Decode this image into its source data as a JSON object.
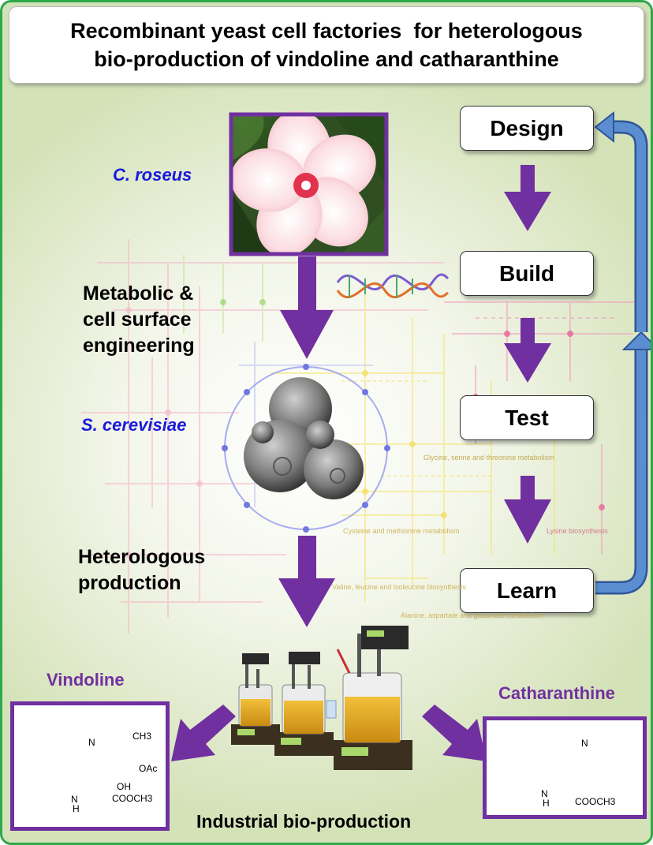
{
  "title": {
    "line1": "Recombinant yeast cell factories  for heterologous",
    "line2": "bio-production of vindoline and catharanthine"
  },
  "species": {
    "plant": "C. roseus",
    "yeast": "S. cerevisiae"
  },
  "steps": {
    "engineering": [
      "Metabolic &",
      "cell surface",
      "engineering"
    ],
    "heterologous": [
      "Heterologous",
      "production"
    ],
    "industrial": "Industrial bio-production"
  },
  "cycle": {
    "design": "Design",
    "build": "Build",
    "test": "Test",
    "learn": "Learn"
  },
  "products": {
    "vindoline": {
      "name": "Vindoline",
      "labels": {
        "ch3": "CH3",
        "oac": "OAc",
        "oh": "OH",
        "cooch3": "COOCH3",
        "n": "N",
        "nh": "N",
        "h": "H"
      }
    },
    "catharanthine": {
      "name": "Catharanthine",
      "labels": {
        "n": "N",
        "nh": "N",
        "h": "H",
        "cooch3": "COOCH3"
      }
    }
  },
  "background_labels": {
    "l1": "Glycine, serine and threonine metabolism",
    "l2": "Cysteine and methionine metabolism",
    "l3": "Valine, leucine and isoleucine biosynthesis",
    "l4": "Alanine, aspartate and glutamate metabolism",
    "l5": "Lysine biosynthesis"
  },
  "colors": {
    "frame": "#2ea84a",
    "arrow_purple": "#7030a0",
    "cycle_arrow": "#4f81bd",
    "species_blue": "#1a1adc"
  },
  "icons": [
    "flower-photo",
    "dna-helix-icon",
    "yeast-cell-image",
    "bioreactor-image"
  ]
}
